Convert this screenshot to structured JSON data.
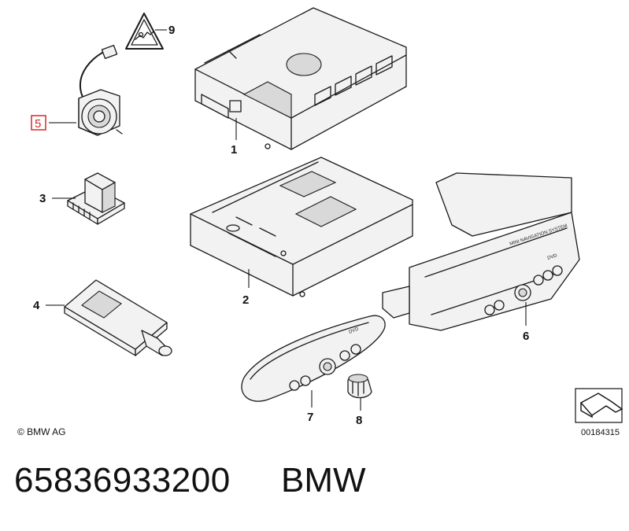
{
  "diagram": {
    "callouts": {
      "c1": "1",
      "c2": "2",
      "c3": "3",
      "c4": "4",
      "c5": "5",
      "c6": "6",
      "c7": "7",
      "c8": "8",
      "c9": "9"
    },
    "highlighted_callout": "5",
    "highlight_color": "#d42a2a",
    "copyright": "© BMW AG",
    "diagram_id": "00184315",
    "unit_labels": {
      "nav_system": "MINI NAVIGATION SYSTEM",
      "dvd_main": "DVD",
      "dvd_remote": "DVD"
    }
  },
  "footer": {
    "part_number": "65836933200",
    "brand": "BMW"
  }
}
